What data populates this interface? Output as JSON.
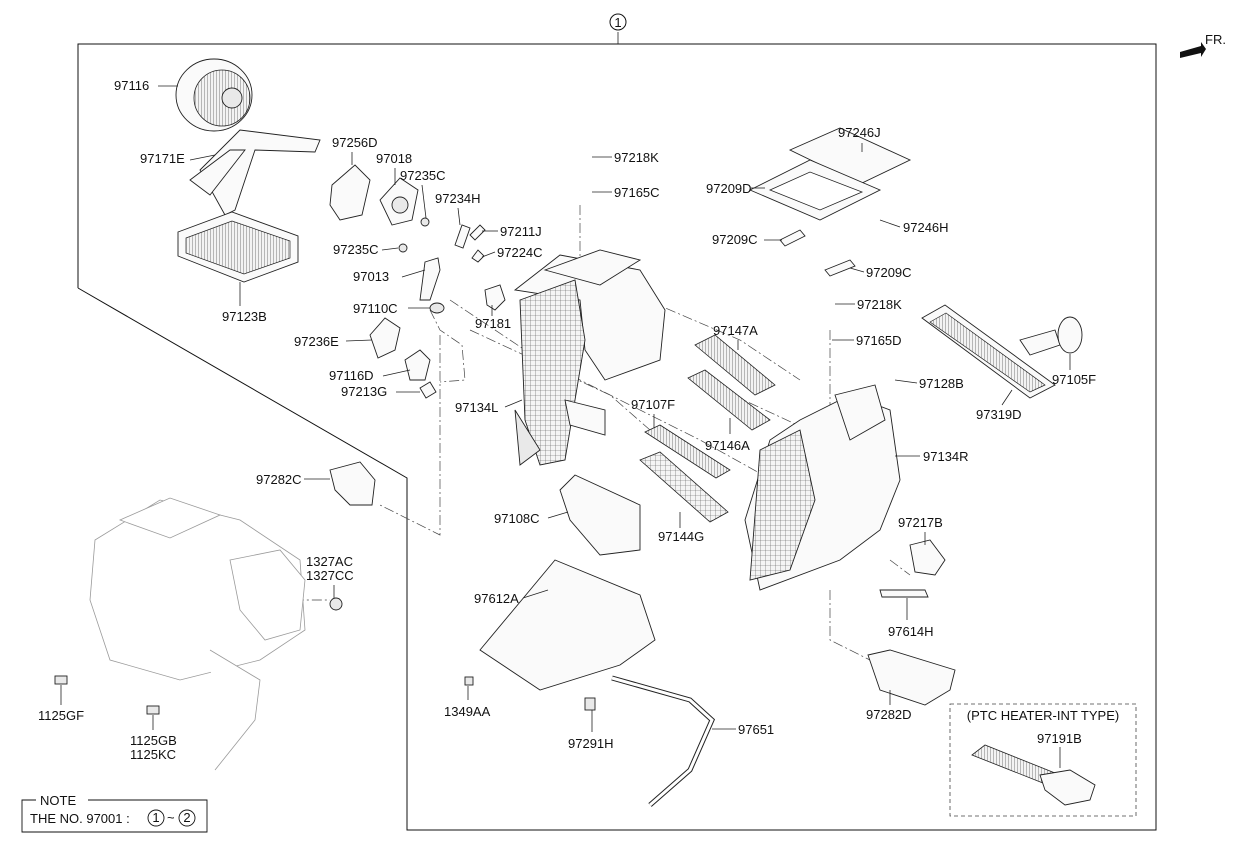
{
  "direction": {
    "label": "FR."
  },
  "assembly_ref": "1",
  "parts": [
    "97116",
    "97171E",
    "97123B",
    "97256D",
    "97018",
    "97235C",
    "97234H",
    "97211J",
    "97235C",
    "97224C",
    "97013",
    "97110C",
    "97181",
    "97236E",
    "97116D",
    "97213G",
    "97218K",
    "97165C",
    "97246J",
    "97209D",
    "97246H",
    "97209C",
    "97209C",
    "97218K",
    "97165D",
    "97147A",
    "97146A",
    "97107F",
    "97144G",
    "97134L",
    "97134R",
    "97128B",
    "97319D",
    "97105F",
    "97217B",
    "97614H",
    "97282C",
    "97108C",
    "97612A",
    "97651",
    "97291H",
    "1349AA",
    "97282D",
    "1327AC",
    "1327CC",
    "1125GF",
    "1125GB",
    "1125KC"
  ],
  "ptc_box": {
    "title": "(PTC HEATER-INT TYPE)",
    "part": "97191B"
  },
  "note": {
    "heading": "NOTE",
    "text_prefix": "THE NO.  97001 :",
    "range_from": "1",
    "range_sep": "~",
    "range_to": "2"
  }
}
